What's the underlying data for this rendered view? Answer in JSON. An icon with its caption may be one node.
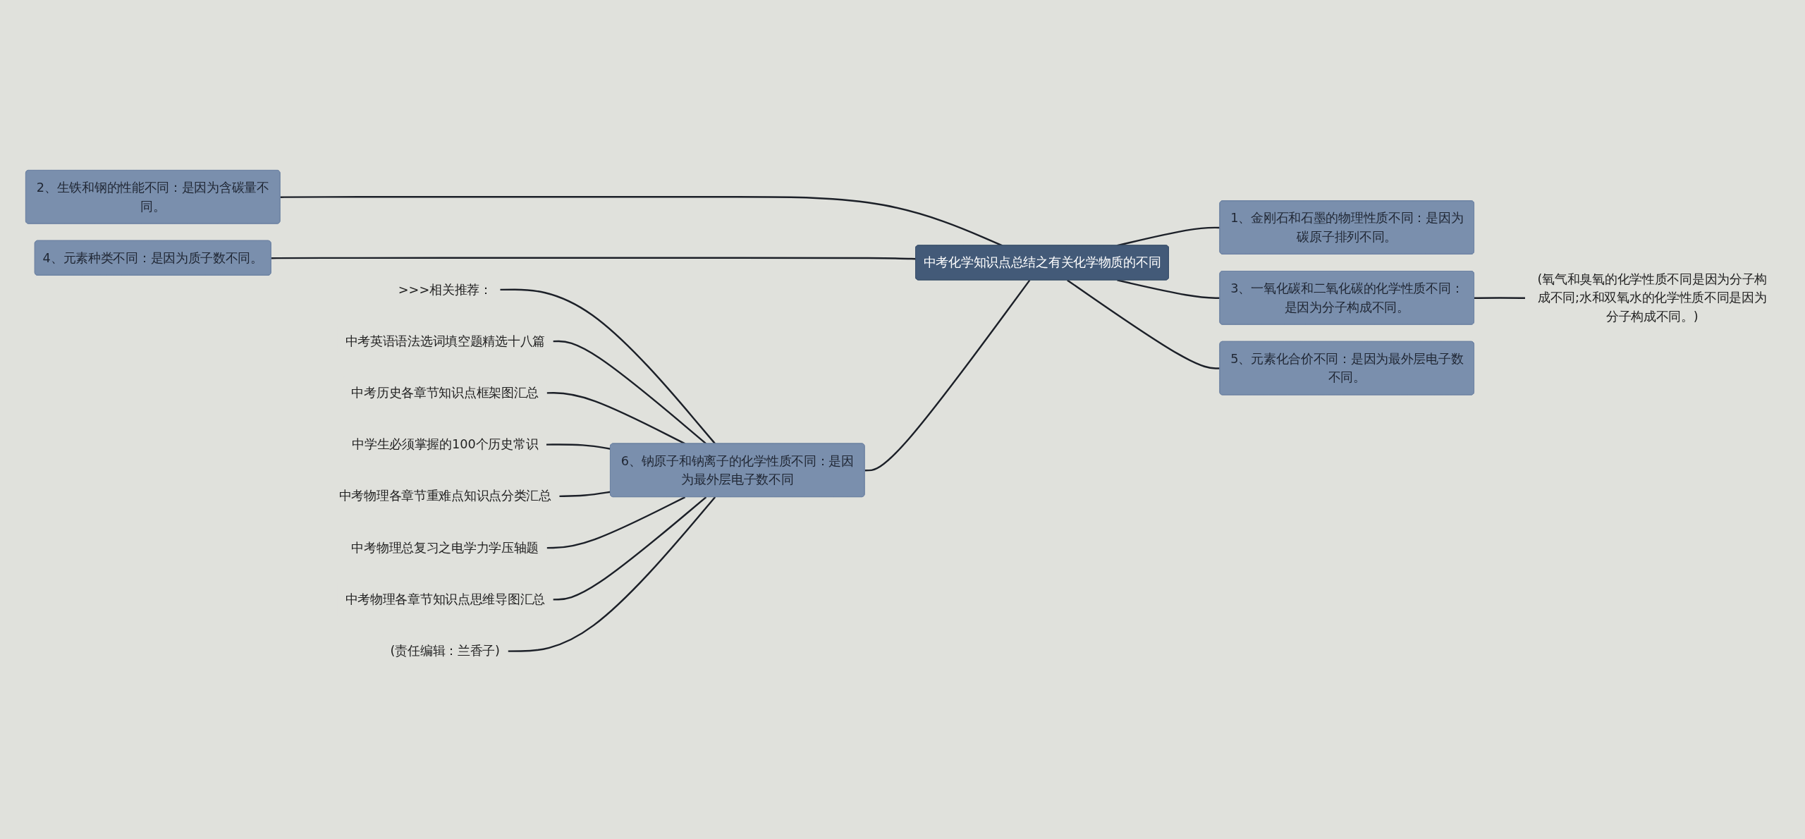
{
  "diagram": {
    "nodes": [
      {
        "text": [
          "中考化学知识点总结之有关化学物质的不同"
        ]
      },
      {
        "text": [
          "2、生铁和钢的性能不同：是因为含碳量不同。"
        ]
      },
      {
        "text": [
          "4、元素种类不同：是因为质子数不同。"
        ]
      },
      {
        "text": [
          "6、钠原子和钠离子的化学性质不同：是因为最外层电子数不同"
        ]
      },
      {
        "text": [
          "1、金刚石和石墨的物理性质不同：是因为碳原子排列不同。"
        ]
      },
      {
        "text": [
          "3、一氧化碳和二氧化碳的化学性质不同：是因为分子构成不同。"
        ]
      },
      {
        "text": [
          "5、元素化合价不同：是因为最外层电子数不同。"
        ]
      },
      {
        "text": [
          "(氧气和臭氧的化学性质不同是因为分子构成不同;水和双氧水的化学性质不同是因为分子构成不同。)"
        ]
      },
      {
        "text": [
          ">>>相关推荐："
        ]
      },
      {
        "text": [
          "中考英语语法选词填空题精选十八篇"
        ]
      },
      {
        "text": [
          "中考历史各章节知识点框架图汇总"
        ]
      },
      {
        "text": [
          "中学生必须掌握的100个历史常识"
        ]
      },
      {
        "text": [
          "中考物理各章节重难点知识点分类汇总"
        ]
      },
      {
        "text": [
          "中考物理总复习之电学力学压轴题"
        ]
      },
      {
        "text": [
          "中考物理各章节知识点思维导图汇总"
        ]
      },
      {
        "text": [
          "(责任编辑：兰香子)"
        ]
      }
    ],
    "edges": [
      {
        "from": 1,
        "to": 0,
        "arrow": "none"
      },
      {
        "from": 2,
        "to": 0,
        "arrow": "none"
      },
      {
        "from": 3,
        "to": 0,
        "arrow": "none"
      },
      {
        "from": 0,
        "to": 4,
        "arrow": "none"
      },
      {
        "from": 0,
        "to": 5,
        "arrow": "none"
      },
      {
        "from": 0,
        "to": 6,
        "arrow": "none"
      },
      {
        "from": 5,
        "to": 7,
        "arrow": "none"
      },
      {
        "from": 8,
        "to": 3,
        "arrow": "none"
      },
      {
        "from": 9,
        "to": 3,
        "arrow": "none"
      },
      {
        "from": 10,
        "to": 3,
        "arrow": "none"
      },
      {
        "from": 11,
        "to": 3,
        "arrow": "none"
      },
      {
        "from": 12,
        "to": 3,
        "arrow": "none"
      },
      {
        "from": 13,
        "to": 3,
        "arrow": "none"
      },
      {
        "from": 14,
        "to": 3,
        "arrow": "none"
      },
      {
        "from": 15,
        "to": 3,
        "arrow": "none"
      }
    ]
  }
}
